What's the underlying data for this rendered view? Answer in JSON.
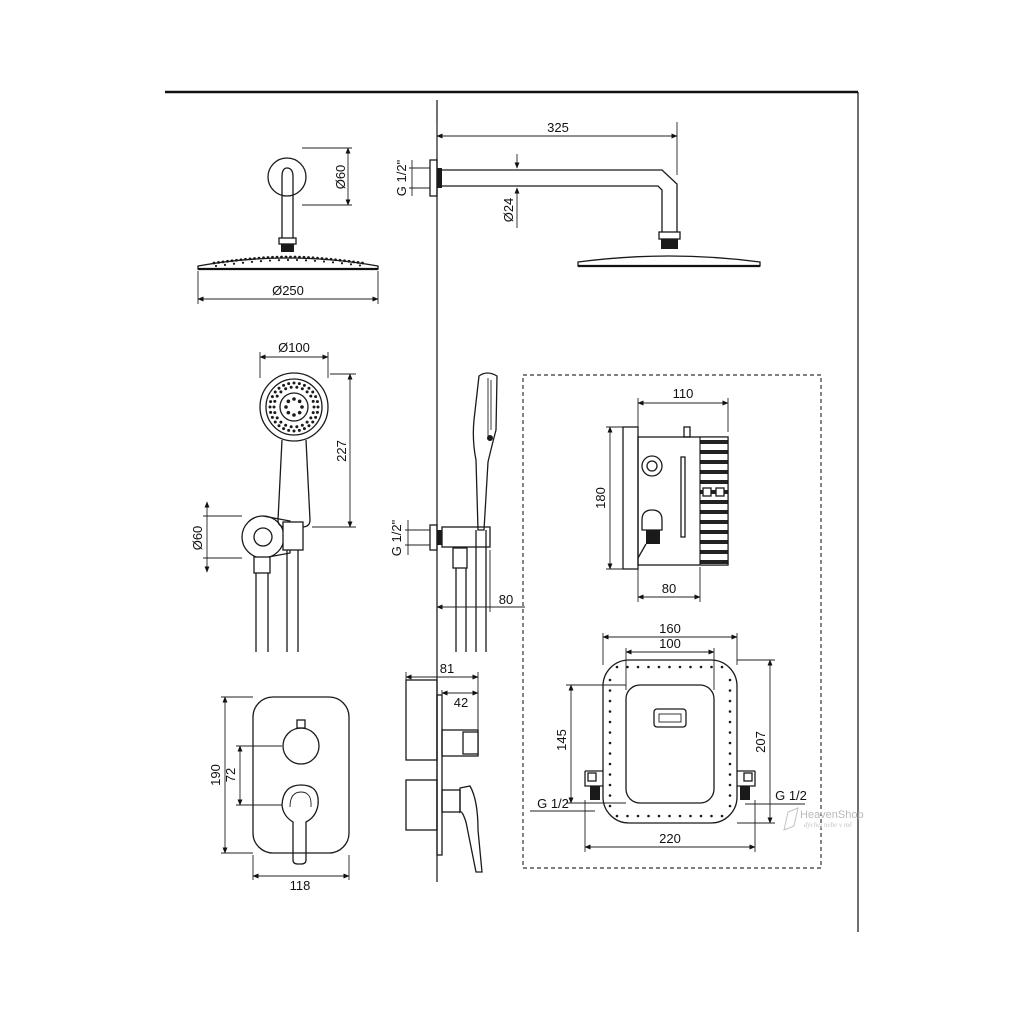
{
  "dimensions": {
    "head_arm_length": "325",
    "head_flange_dia": "Ø60",
    "head_arm_dia": "Ø24",
    "head_thread": "G 1/2\"",
    "head_dia": "Ø250",
    "hand_shower_dia": "Ø100",
    "hand_shower_length": "227",
    "holder_flange_dia": "Ø60",
    "holder_thread": "G 1/2\"",
    "holder_depth": "80",
    "plate_height": "190",
    "handle_offset": "72",
    "plate_width": "118",
    "mixer_depth": "81",
    "mixer_inner_depth": "42",
    "box_width": "110",
    "box_height": "180",
    "box_depth": "80",
    "box_outer_width": "160",
    "box_inner_width": "100",
    "box_inner_height": "145",
    "box_outer_height": "207",
    "box_total_width": "220",
    "inlet_left": "G 1/2",
    "inlet_right": "G 1/2"
  },
  "watermark": {
    "brand": "HeavenShop",
    "tagline": "dýchej nebe v mě"
  }
}
